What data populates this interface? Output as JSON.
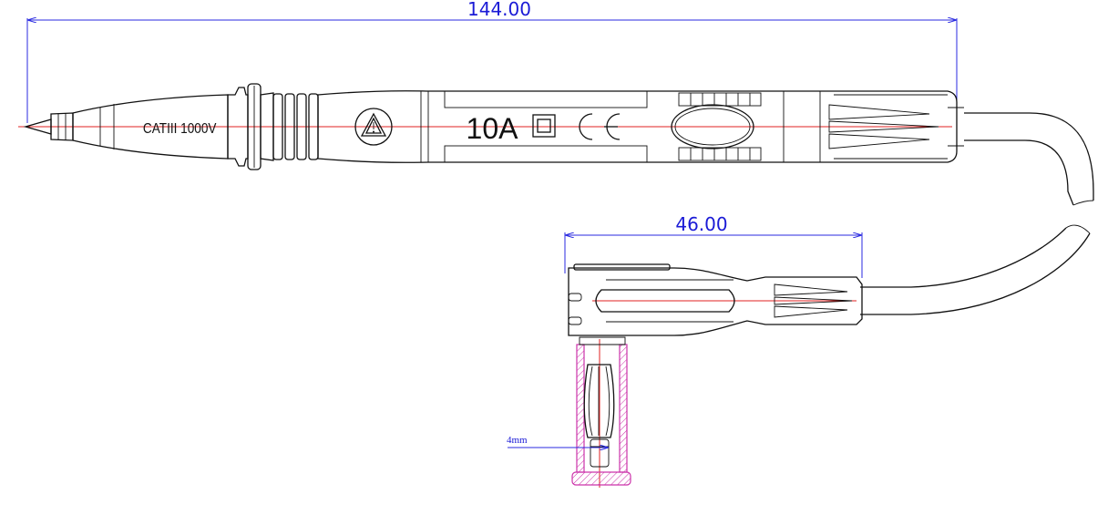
{
  "probe": {
    "overall_length_label": "144.00",
    "rating_text": "CATIII 1000V",
    "current_text": "10A",
    "ce_mark": "CE",
    "warning_symbol": "warning-triangle-icon",
    "double_insulation_symbol": "double-square-icon"
  },
  "connector": {
    "width_label": "46.00",
    "socket_diameter_label": "4mm"
  },
  "colors": {
    "outline": "#111111",
    "centerline": "#e02020",
    "dimension": "#1a1ad6",
    "section_hatch": "#cc33aa"
  }
}
